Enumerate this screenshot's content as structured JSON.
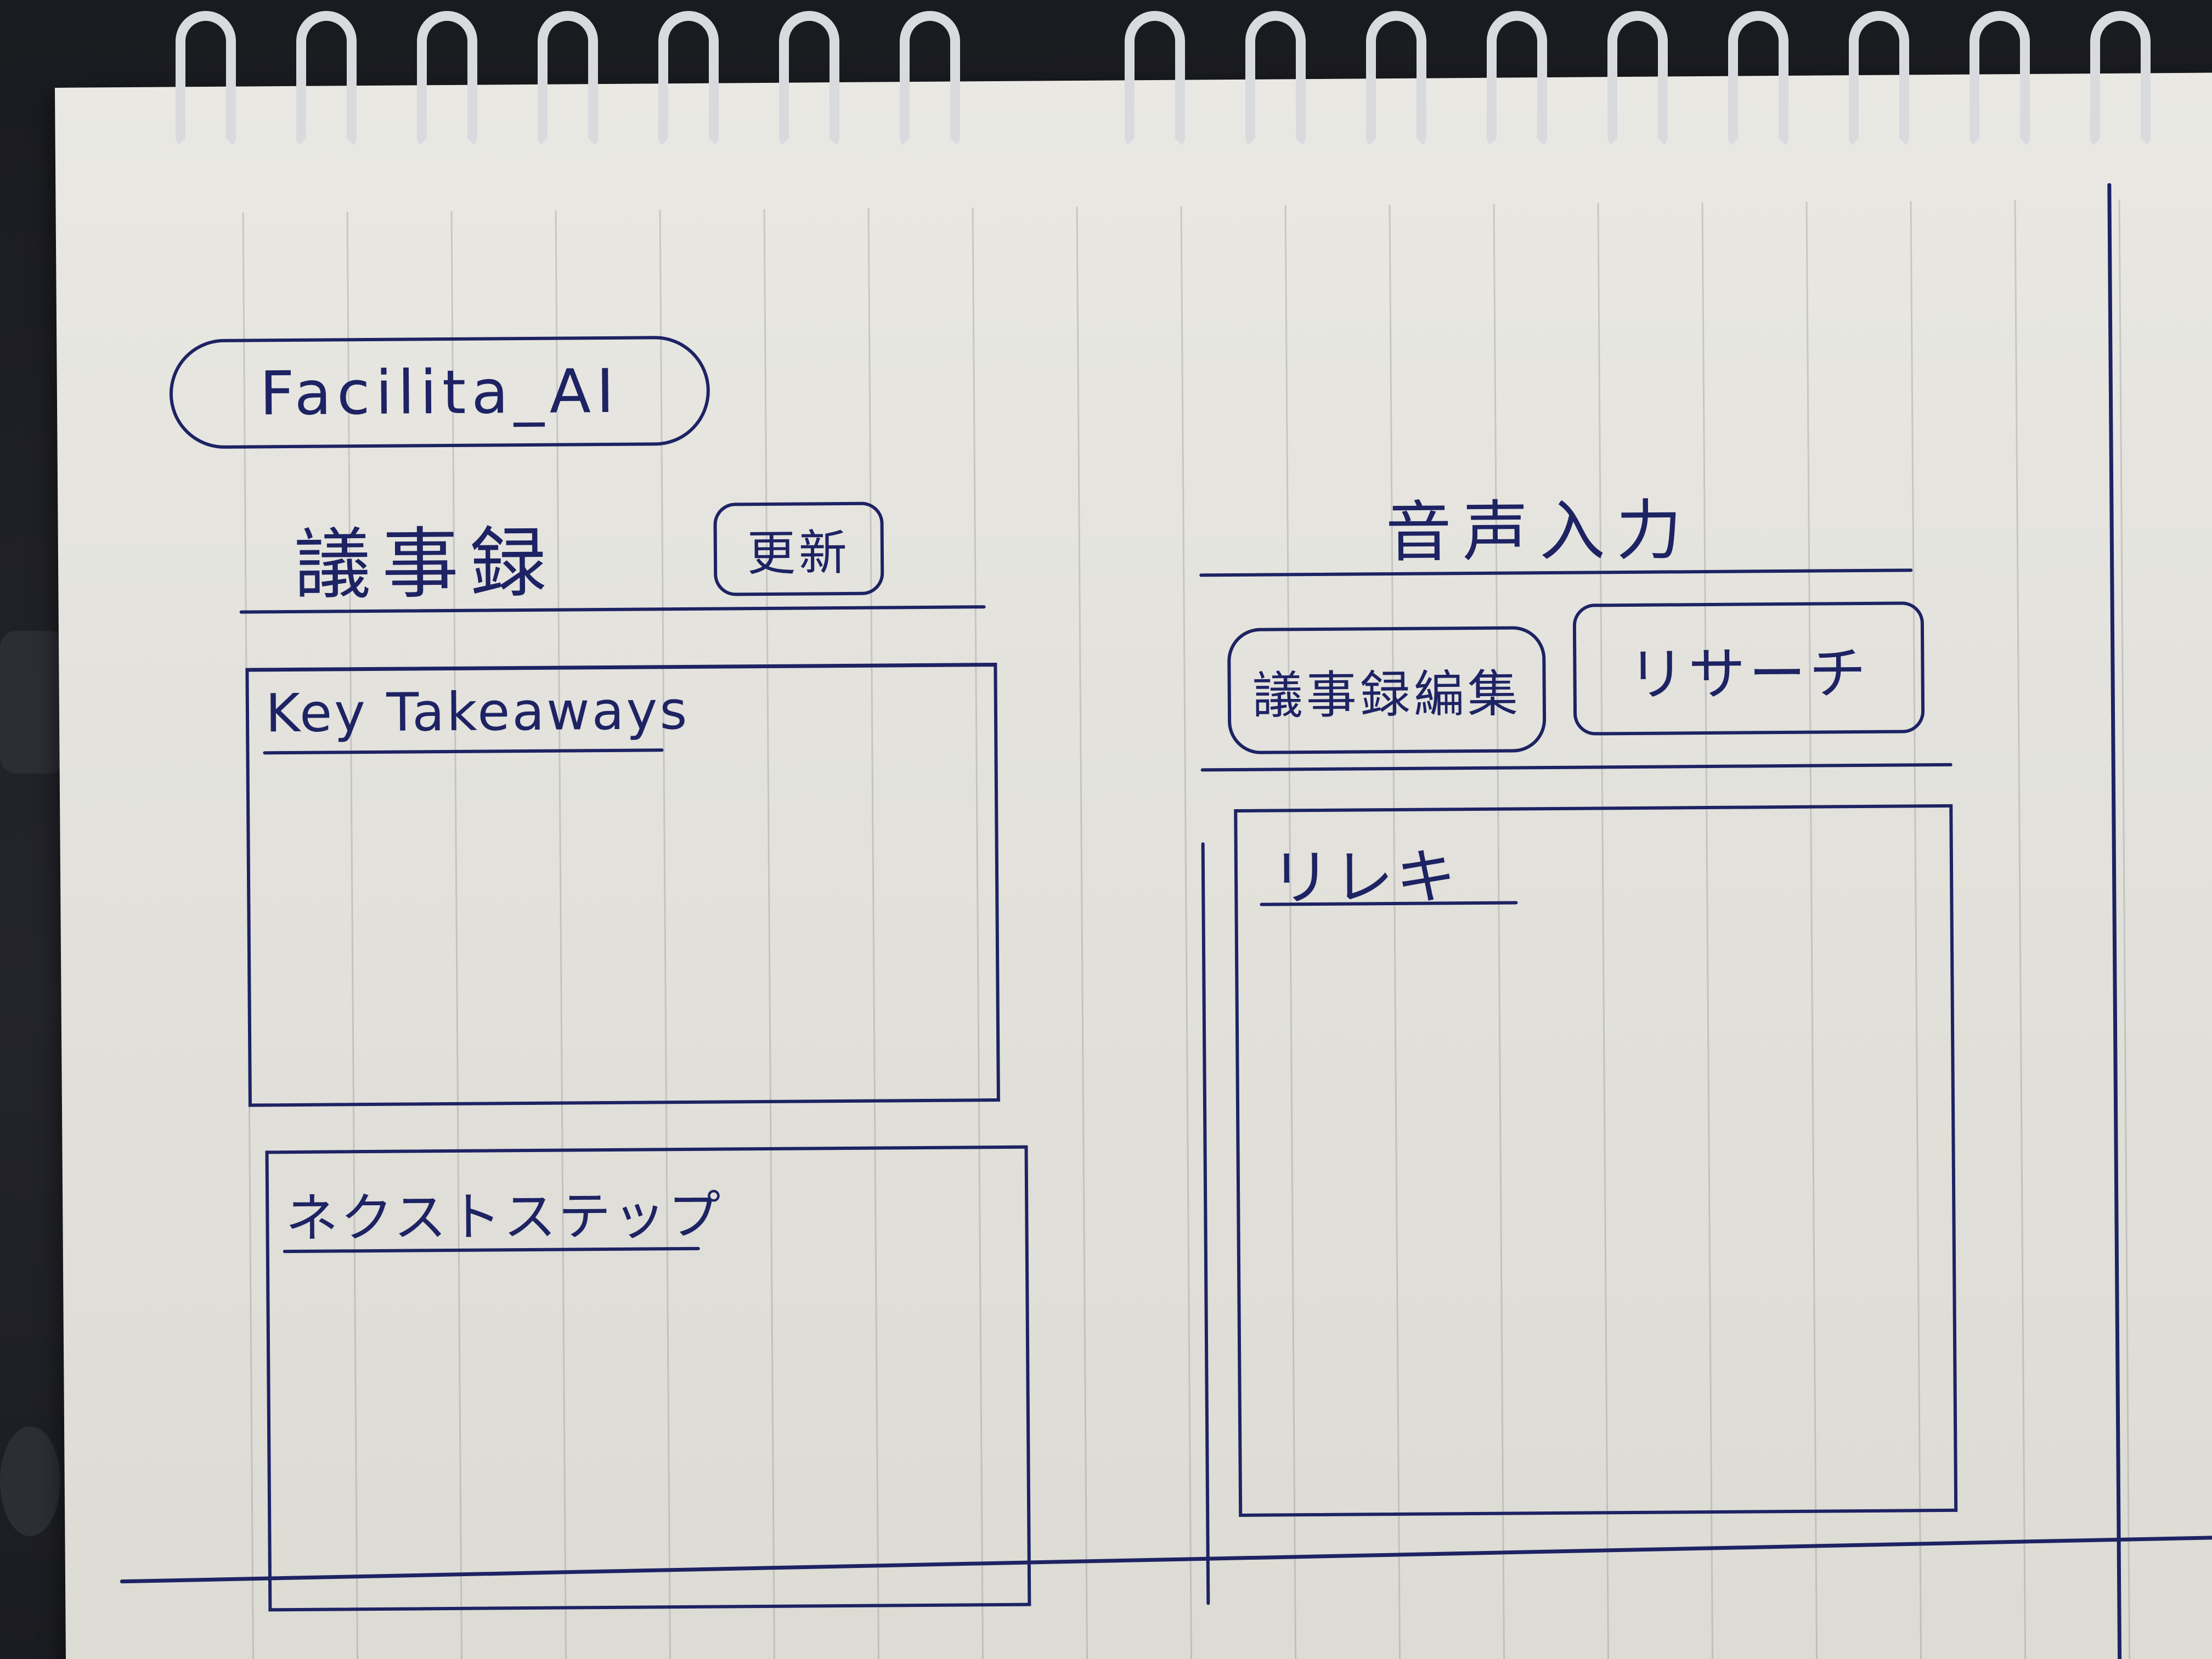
{
  "app": {
    "title": "Facilita_AI"
  },
  "minutes_panel": {
    "heading": "議事録",
    "update_button_label": "更新",
    "key_takeaways": {
      "heading": "Key Takeaways"
    },
    "next_steps": {
      "heading": "ネクストステップ"
    }
  },
  "voice_panel": {
    "heading": "音声入力",
    "edit_minutes_button_label": "議事録編集",
    "research_button_label": "リサーチ",
    "history": {
      "heading": "リレキ"
    }
  },
  "colors": {
    "ink": "#1d2363",
    "paper": "#e6e5e0",
    "ruling": "#9a9aa4"
  }
}
